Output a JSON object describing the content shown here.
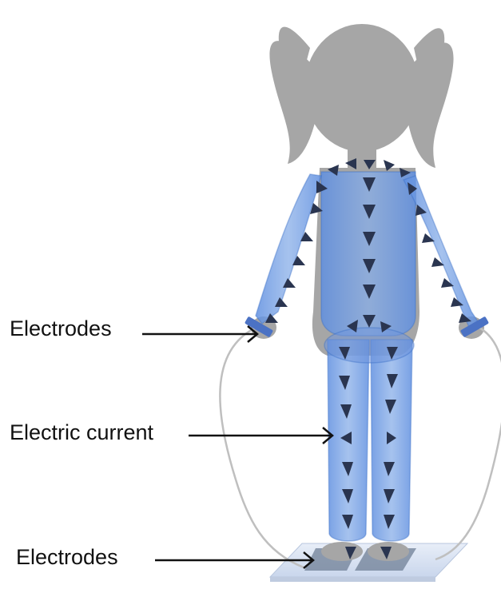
{
  "labels": {
    "electrodes_hands": "Electrodes",
    "electric_current": "Electric current",
    "electrodes_feet": "Electrodes"
  },
  "colors": {
    "silhouette": "#a6a6a6",
    "body_segment": "#4f7fd0",
    "arrow": "#2a3550",
    "scale_plate": "#dce6f4",
    "electrode": "#4b72c4",
    "wire": "#bfbfbf"
  },
  "icons": {
    "current_marker": "triangle-arrow-icon"
  }
}
